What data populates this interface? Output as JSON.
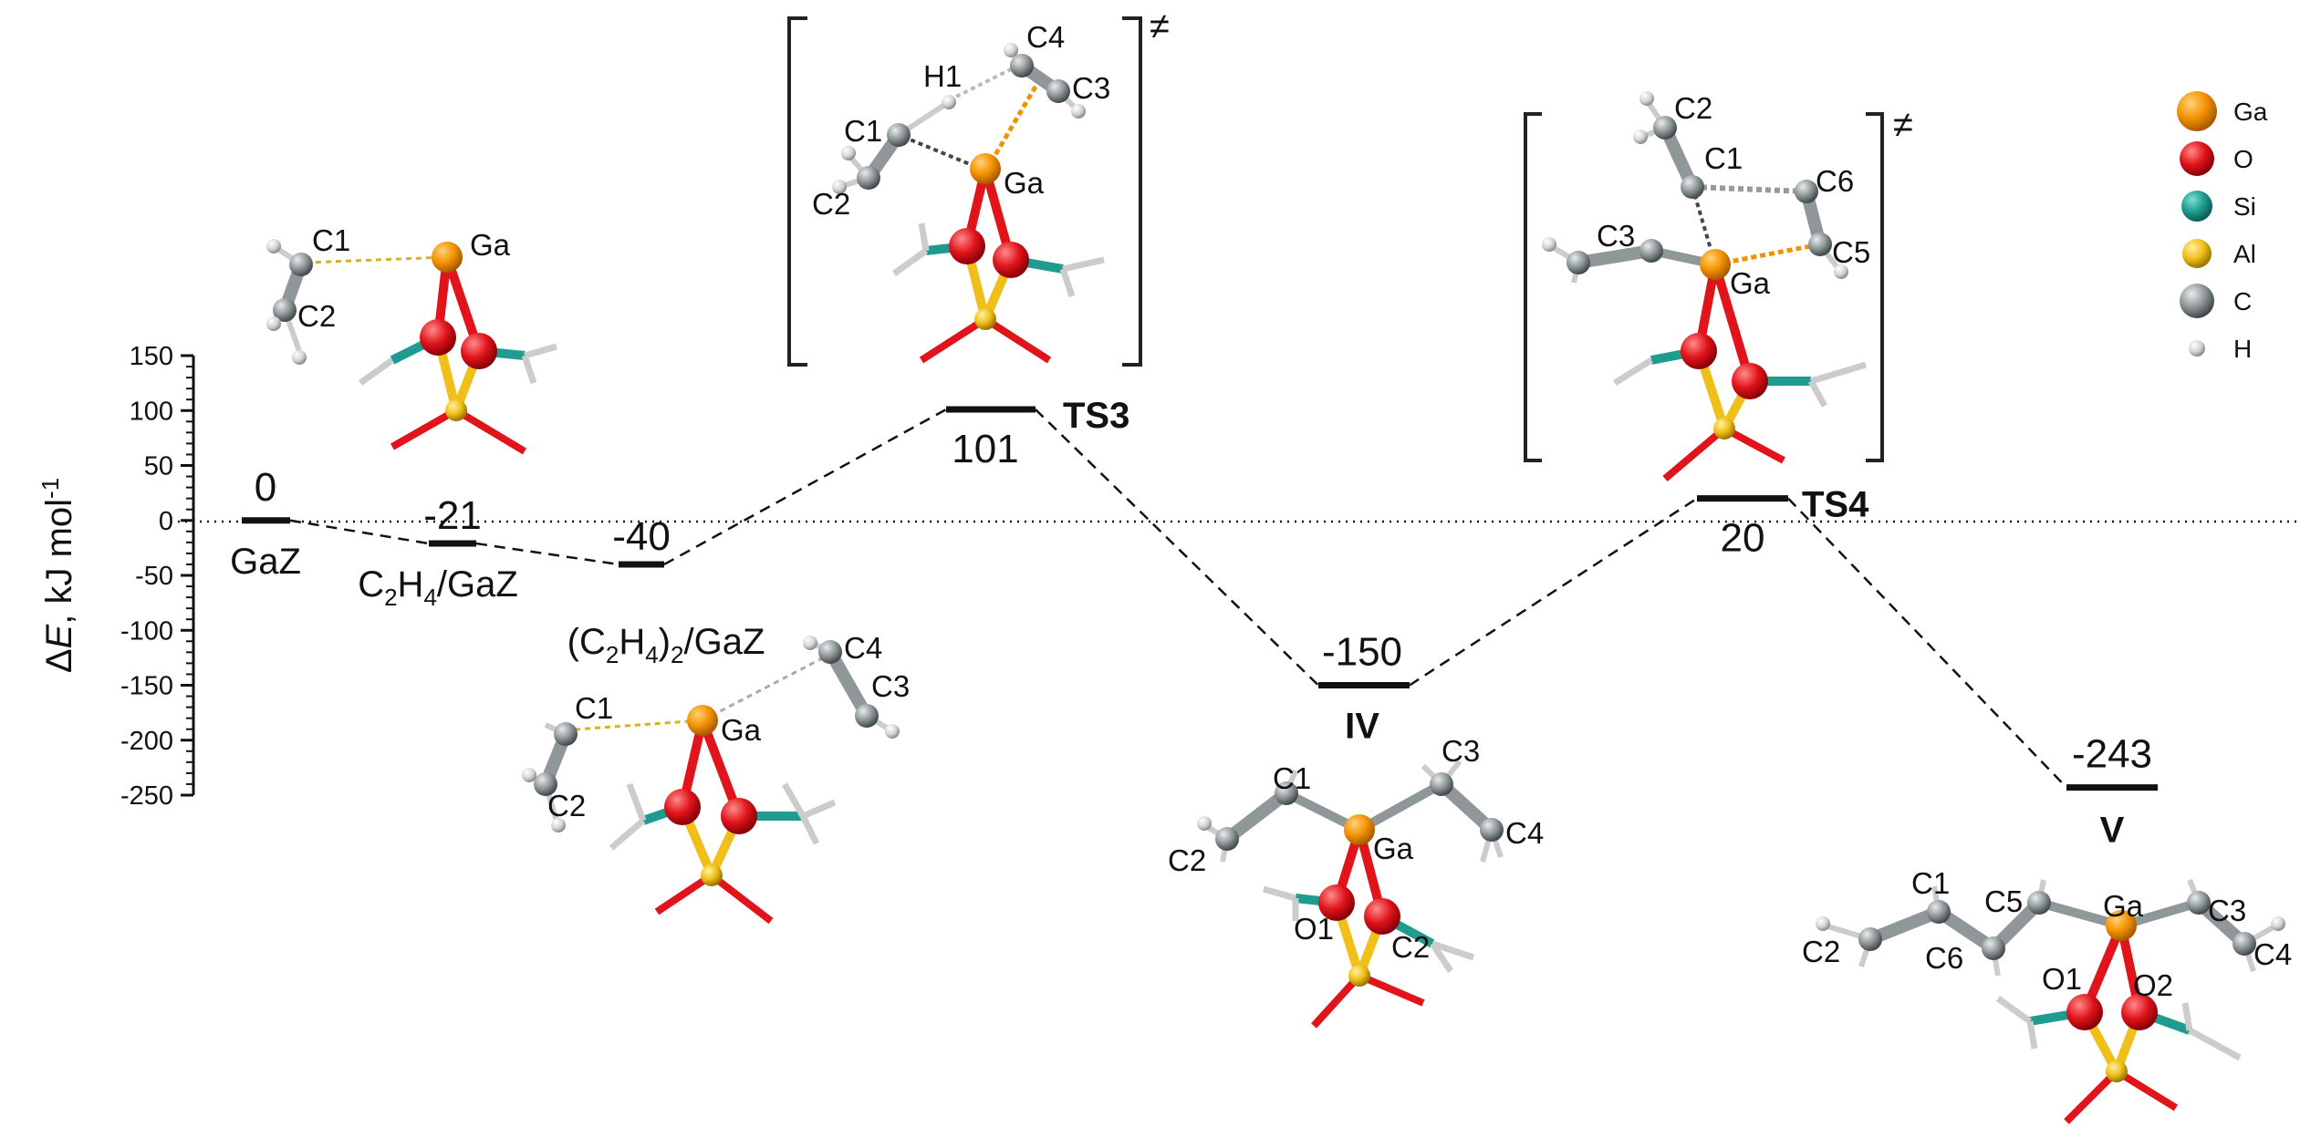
{
  "diagram": {
    "y_axis": {
      "label": "ΔE, kJ mol",
      "label_sup": "-1",
      "min": -250,
      "max": 150,
      "major_step": 50,
      "minor_step": 10,
      "ticks": [
        "150",
        "100",
        "50",
        "0",
        "-50",
        "-100",
        "-150",
        "-200",
        "-250"
      ]
    },
    "levels": [
      {
        "id": "gaz",
        "value": 0,
        "value_label": "0",
        "name_parts": [
          "GaZ"
        ],
        "bold": false
      },
      {
        "id": "c2h4",
        "value": -21,
        "value_label": "-21",
        "name_parts": [
          "C",
          "2",
          "H",
          "4",
          "/GaZ"
        ],
        "bold": false
      },
      {
        "id": "c2h4x2",
        "value": -40,
        "value_label": "-40",
        "name_parts": [
          "(C",
          "2",
          "H",
          "4",
          ")",
          "2",
          "/GaZ"
        ],
        "bold": false
      },
      {
        "id": "ts3",
        "value": 101,
        "value_label": "101",
        "name_parts": [
          "TS3"
        ],
        "bold": true
      },
      {
        "id": "iv",
        "value": -150,
        "value_label": "-150",
        "name_parts": [
          "IV"
        ],
        "bold": true
      },
      {
        "id": "ts4",
        "value": 20,
        "value_label": "20",
        "name_parts": [
          "TS4"
        ],
        "bold": true
      },
      {
        "id": "v",
        "value": -243,
        "value_label": "-243",
        "name_parts": [
          "V"
        ],
        "bold": true
      }
    ],
    "legend": [
      {
        "label": "Ga",
        "color": "#f39200"
      },
      {
        "label": "O",
        "color": "#e0141a"
      },
      {
        "label": "Si",
        "color": "#1f9c8f"
      },
      {
        "label": "Al",
        "color": "#f0bf1a"
      },
      {
        "label": "C",
        "color": "#8f9799"
      },
      {
        "label": "H",
        "color": "#d3d3d3"
      }
    ],
    "transition_mark": "≠",
    "atoms": {
      "ga": "Ga",
      "c1": "C1",
      "c2": "C2",
      "c3": "C3",
      "c4": "C4",
      "c5": "C5",
      "c6": "C6",
      "h1": "H1",
      "o1": "O1",
      "o2": "O2"
    },
    "colors": {
      "ga": "#f39200",
      "o": "#e0141a",
      "si": "#1f9c8f",
      "al": "#f0bf1a",
      "c": "#8f9799",
      "h": "#d3d3d3"
    }
  }
}
